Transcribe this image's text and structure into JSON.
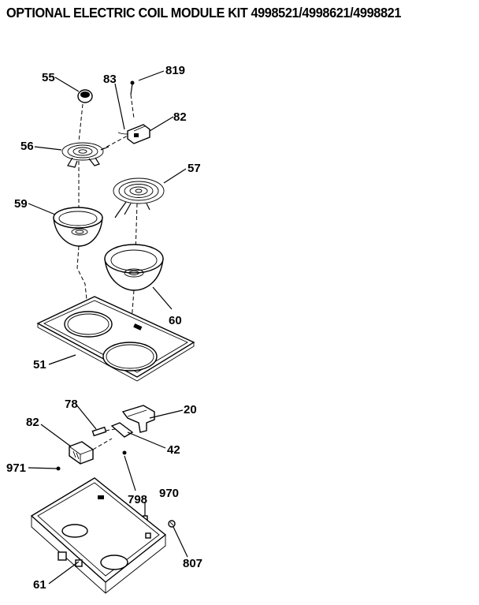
{
  "title": "OPTIONAL ELECTRIC COIL MODULE KIT 4998521/4998621/4998821",
  "parts": {
    "p55": "55",
    "p83": "83",
    "p819": "819",
    "p82a": "82",
    "p56": "56",
    "p57": "57",
    "p59": "59",
    "p60": "60",
    "p51": "51",
    "p78": "78",
    "p20": "20",
    "p82b": "82",
    "p42": "42",
    "p971": "971",
    "p798": "798",
    "p970": "970",
    "p807": "807",
    "p61": "61"
  }
}
